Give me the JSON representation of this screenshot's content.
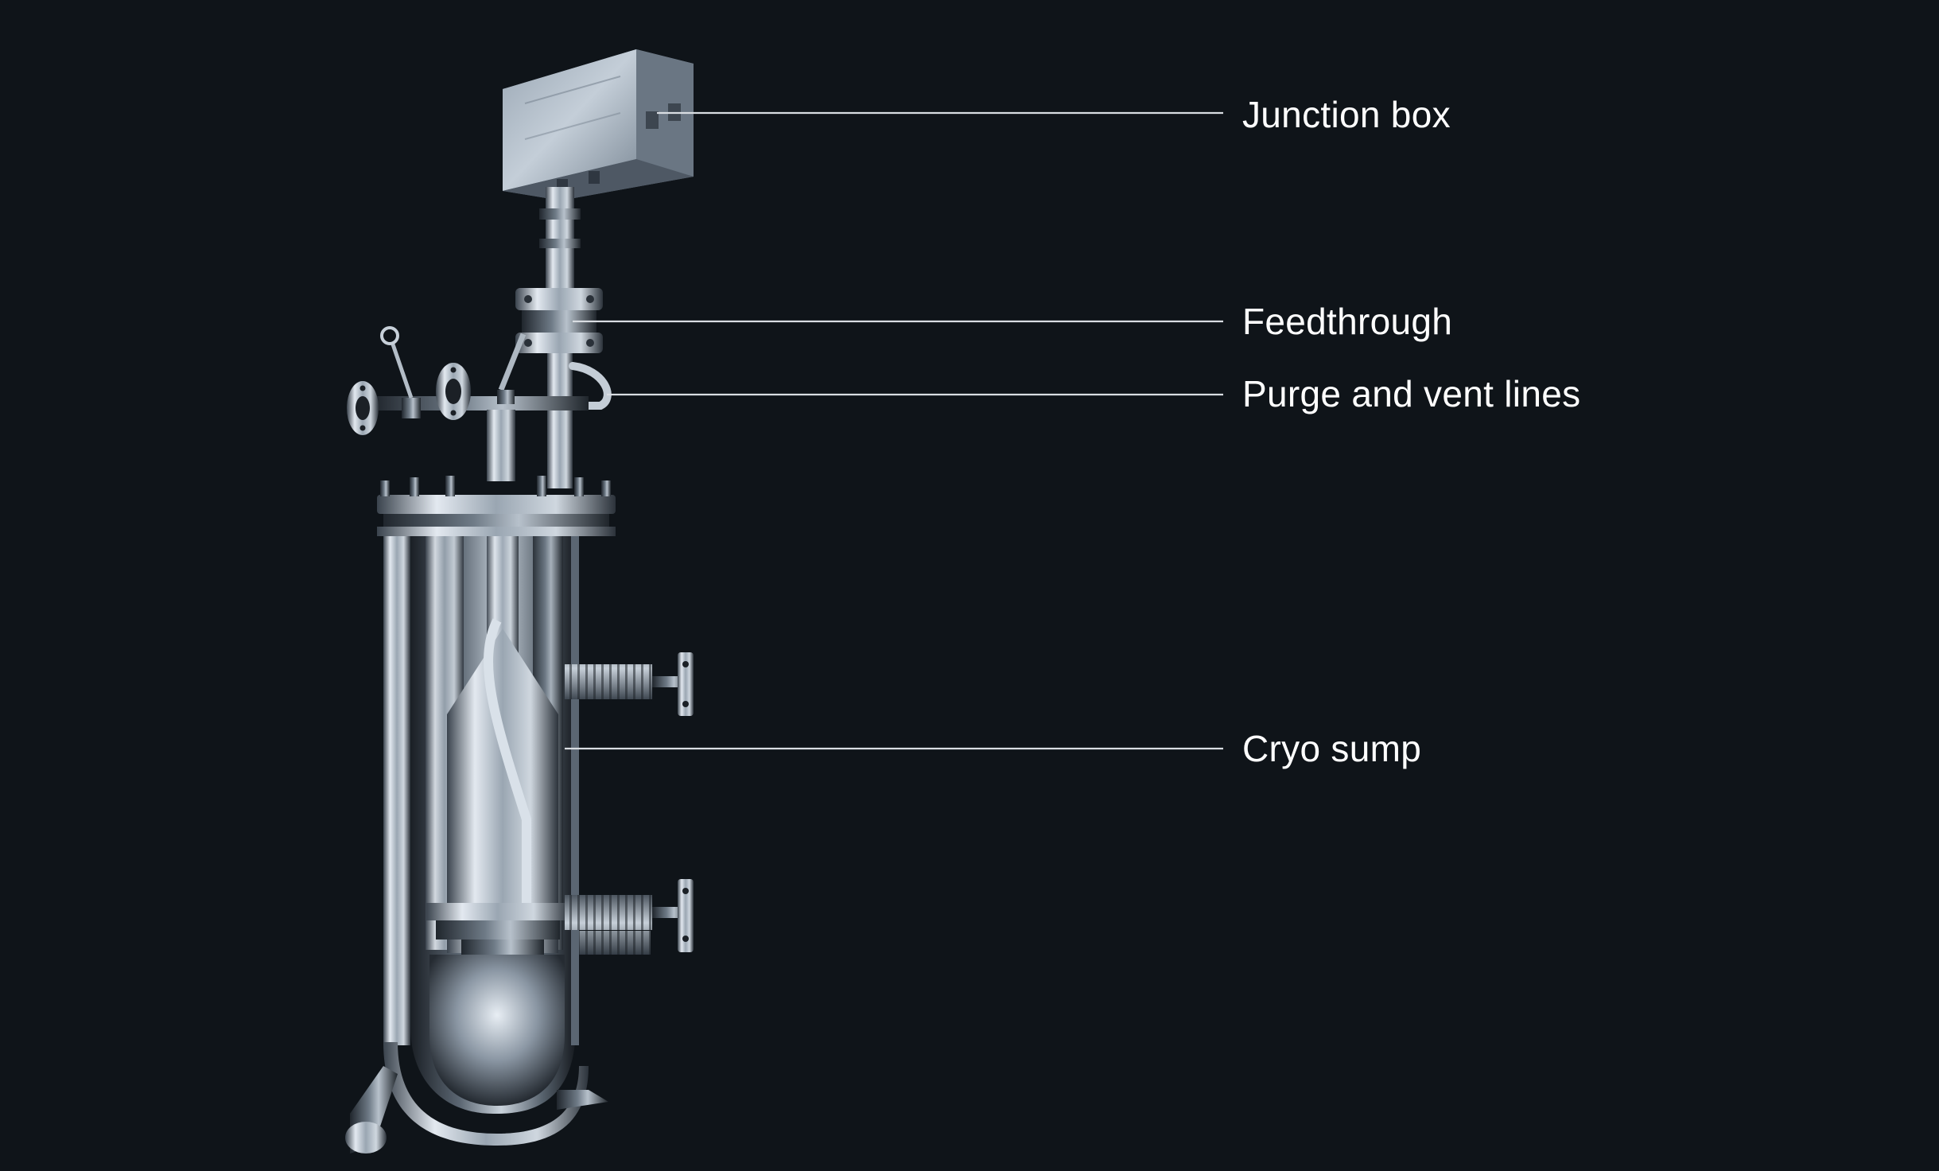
{
  "callouts": [
    {
      "label": "Junction box"
    },
    {
      "label": "Feedthrough"
    },
    {
      "label": "Purge and vent lines"
    },
    {
      "label": "Cryo sump"
    }
  ],
  "colors": {
    "background": "#0f1419",
    "text": "#ffffff",
    "leader": "#d9dde2",
    "metal_light": "#dfe6ee",
    "metal_mid": "#8d99a6",
    "metal_dark": "#2e3640"
  }
}
